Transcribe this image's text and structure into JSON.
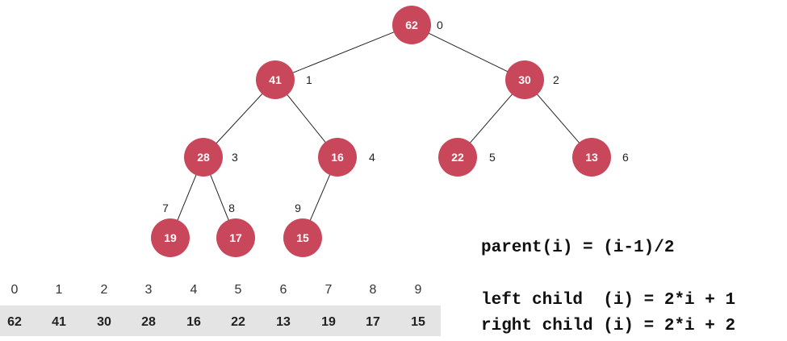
{
  "tree": {
    "nodes": [
      {
        "index": "0",
        "value": "62"
      },
      {
        "index": "1",
        "value": "41"
      },
      {
        "index": "2",
        "value": "30"
      },
      {
        "index": "3",
        "value": "28"
      },
      {
        "index": "4",
        "value": "16"
      },
      {
        "index": "5",
        "value": "22"
      },
      {
        "index": "6",
        "value": "13"
      },
      {
        "index": "7",
        "value": "19"
      },
      {
        "index": "8",
        "value": "17"
      },
      {
        "index": "9",
        "value": "15"
      }
    ],
    "edges": [
      [
        0,
        1
      ],
      [
        0,
        2
      ],
      [
        1,
        3
      ],
      [
        1,
        4
      ],
      [
        2,
        5
      ],
      [
        2,
        6
      ],
      [
        3,
        7
      ],
      [
        3,
        8
      ],
      [
        4,
        9
      ]
    ],
    "node_color": "#c9475a"
  },
  "array": {
    "indices": [
      "0",
      "1",
      "2",
      "3",
      "4",
      "5",
      "6",
      "7",
      "8",
      "9"
    ],
    "values": [
      "62",
      "41",
      "30",
      "28",
      "16",
      "22",
      "13",
      "19",
      "17",
      "15"
    ],
    "background_color": "#e4e4e4"
  },
  "formulas": {
    "parent": "parent(i) = (i-1)/2",
    "left_child": "left child  (i) = 2*i + 1",
    "right_child": "right child (i) = 2*i + 2"
  }
}
